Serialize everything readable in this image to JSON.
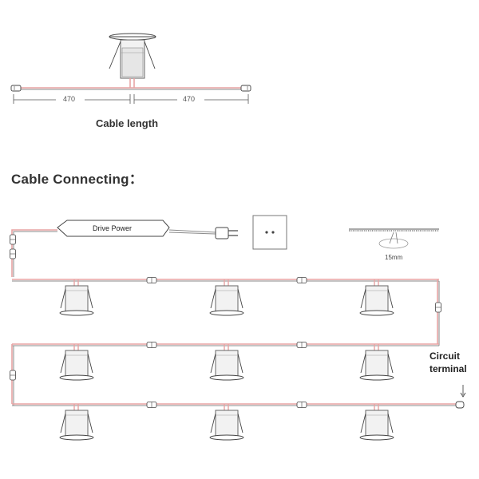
{
  "top": {
    "left_length": "470",
    "right_length": "470",
    "caption": "Cable length"
  },
  "section_title": "Cable Connecting：",
  "driver_label": "Drive Power",
  "hole_label": "15mm",
  "terminal_label_line1": "Circuit",
  "terminal_label_line2": "terminal",
  "colors": {
    "wire_red": "#e8a3a3",
    "wire_gray": "#8a8a8a",
    "outline": "#444444"
  },
  "icons": [
    "recessed-light-icon",
    "plug-icon",
    "switch-icon",
    "connector-icon",
    "terminal-cap-icon",
    "ceiling-hole-icon"
  ]
}
